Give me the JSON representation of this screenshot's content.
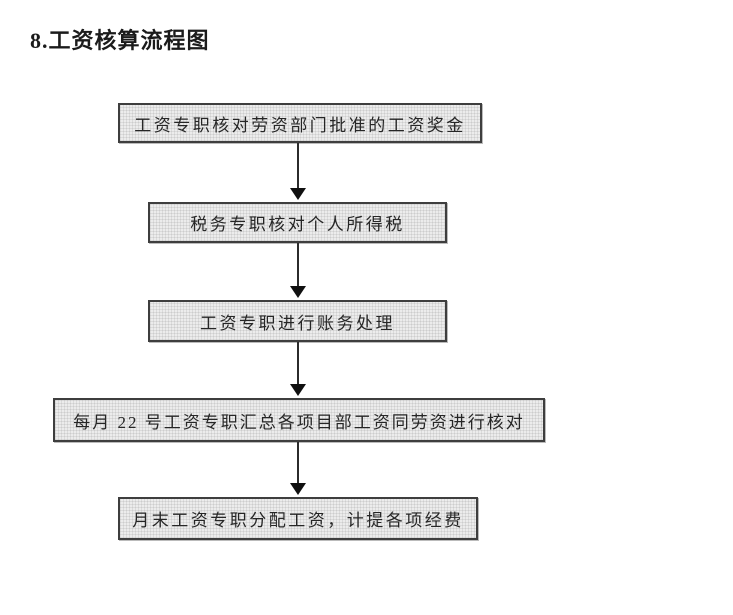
{
  "page": {
    "title": "8.工资核算流程图"
  },
  "flowchart": {
    "direction": "top-down",
    "connector_icon": "arrow-down-icon",
    "nodes": [
      {
        "step": 1,
        "label": "工资专职核对劳资部门批准的工资奖金"
      },
      {
        "step": 2,
        "label": "税务专职核对个人所得税"
      },
      {
        "step": 3,
        "label": "工资专职进行账务处理"
      },
      {
        "step": 4,
        "label": "每月 22 号工资专职汇总各项目部工资同劳资进行核对"
      },
      {
        "step": 5,
        "label": "月末工资专职分配工资，计提各项经费"
      }
    ],
    "colors": {
      "background": "#ffffff",
      "box_fill": "#ececec",
      "box_border": "#3e3e3e",
      "text": "#262626",
      "arrow": "#101010"
    }
  }
}
